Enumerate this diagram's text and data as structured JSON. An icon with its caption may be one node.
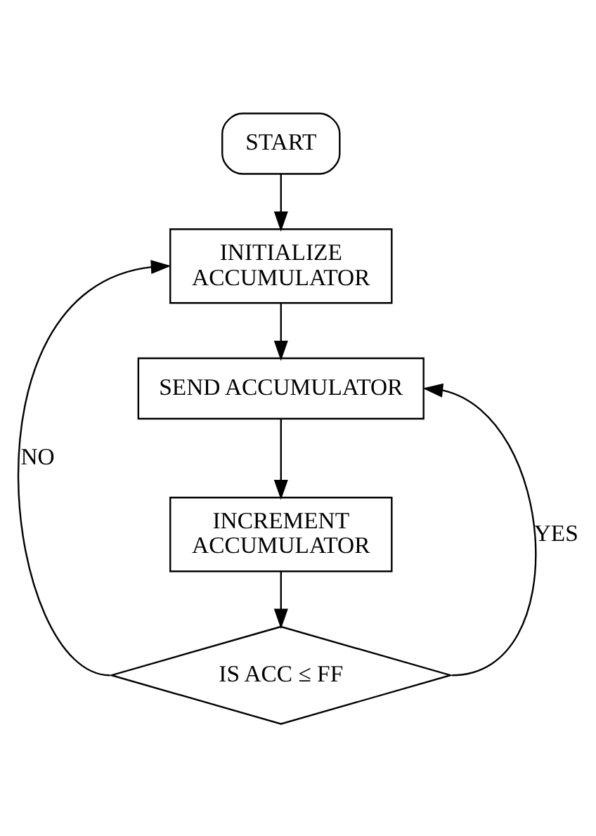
{
  "diagram": {
    "nodes": [
      {
        "text": [
          "START"
        ]
      },
      {
        "text": [
          "INITIALIZE ACCUMULATOR"
        ]
      },
      {
        "text": [
          "SEND ACCUMULATOR"
        ]
      },
      {
        "text": [
          "INCREMENT ACCUMULATOR"
        ]
      },
      {
        "text": [
          "IS ACC ≤ FF"
        ]
      }
    ],
    "edges": [
      {
        "from": 0,
        "to": 1,
        "arrow": "to"
      },
      {
        "from": 1,
        "to": 2,
        "arrow": "to"
      },
      {
        "from": 2,
        "to": 3,
        "arrow": "to"
      },
      {
        "from": 3,
        "to": 4,
        "arrow": "to"
      },
      {
        "from": 4,
        "to": 1,
        "arrow": "to",
        "label": "NO"
      },
      {
        "from": 4,
        "to": 2,
        "arrow": "to",
        "label": "YES"
      }
    ]
  }
}
